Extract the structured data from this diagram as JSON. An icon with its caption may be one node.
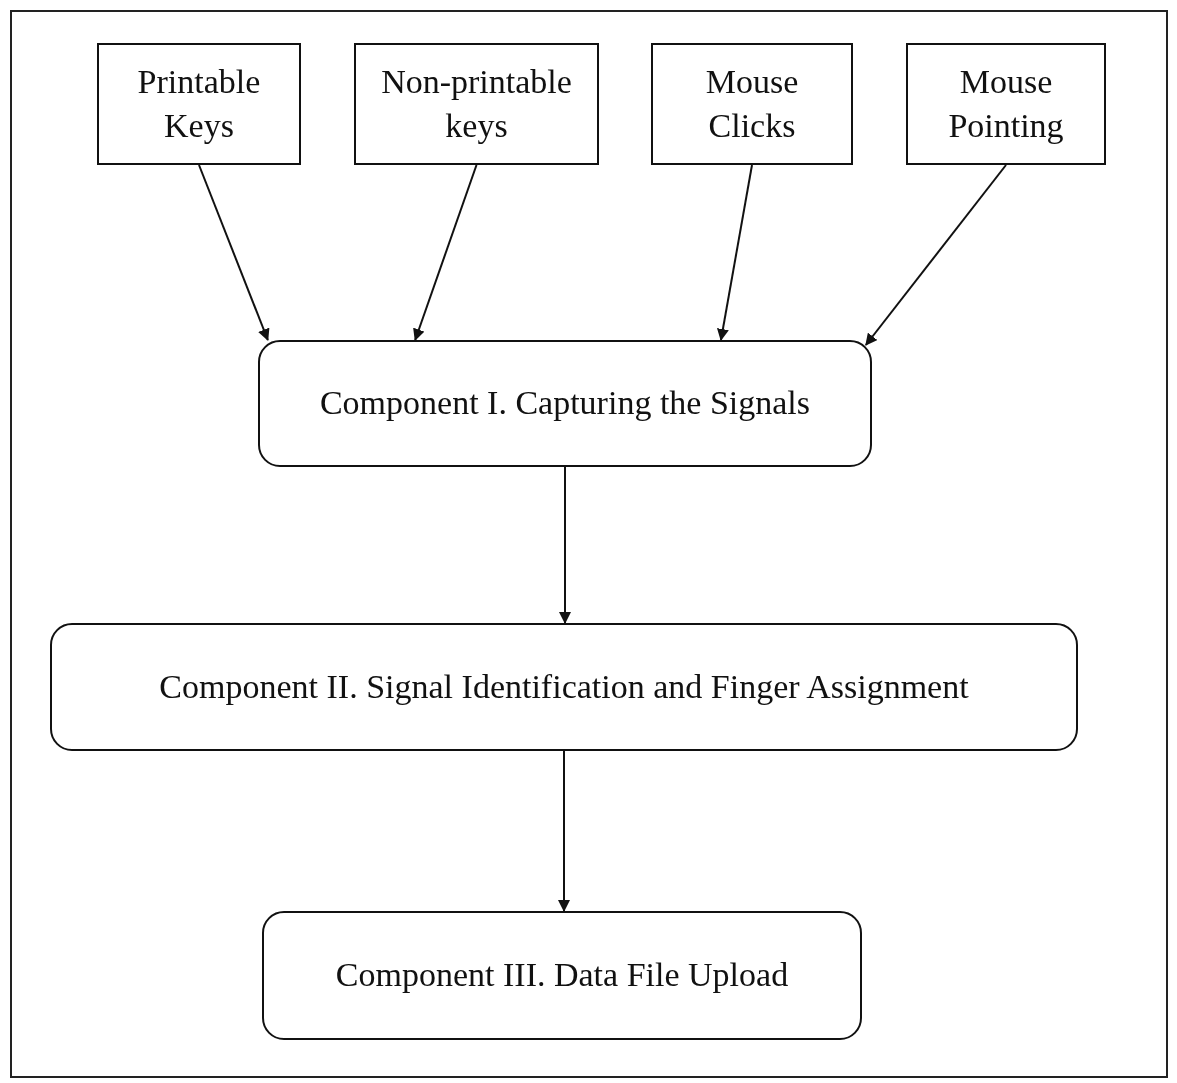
{
  "diagram": {
    "nodes": [
      {
        "text": [
          "Printable Keys"
        ]
      },
      {
        "text": [
          "Non-printable keys"
        ]
      },
      {
        "text": [
          "Mouse Clicks"
        ]
      },
      {
        "text": [
          "Mouse Pointing"
        ]
      },
      {
        "text": [
          "Component I. Capturing the Signals"
        ]
      },
      {
        "text": [
          "Component II. Signal Identification and Finger Assignment"
        ]
      },
      {
        "text": [
          "Component III. Data File Upload"
        ]
      }
    ],
    "edges": [
      {
        "from": 0,
        "to": 4,
        "arrow": "to"
      },
      {
        "from": 1,
        "to": 4,
        "arrow": "to"
      },
      {
        "from": 2,
        "to": 4,
        "arrow": "to"
      },
      {
        "from": 3,
        "to": 4,
        "arrow": "to"
      },
      {
        "from": 4,
        "to": 5,
        "arrow": "to"
      },
      {
        "from": 5,
        "to": 6,
        "arrow": "to"
      }
    ]
  }
}
